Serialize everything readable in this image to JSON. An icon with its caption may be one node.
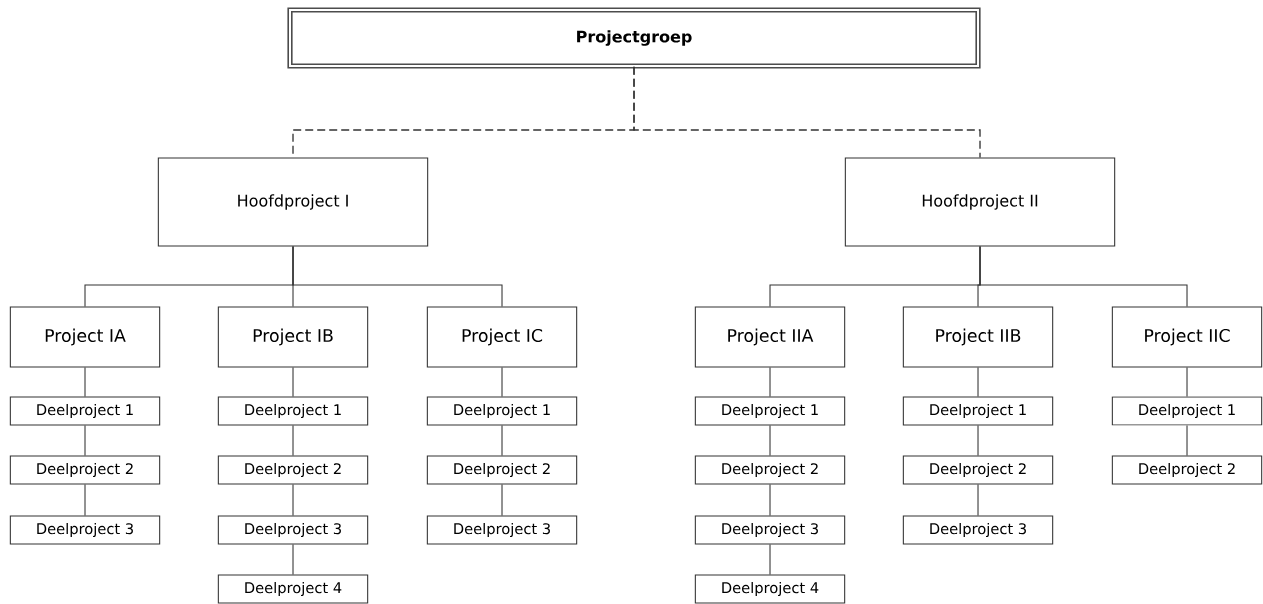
{
  "diagram": {
    "nodes": [
      {
        "text": [
          "Projectgroep"
        ]
      },
      {
        "text": [
          "Hoofdproject I"
        ]
      },
      {
        "text": [
          "Hoofdproject II"
        ]
      },
      {
        "text": [
          "Project IA"
        ]
      },
      {
        "text": [
          "Project IB"
        ]
      },
      {
        "text": [
          "Project IC"
        ]
      },
      {
        "text": [
          "Project IIA"
        ]
      },
      {
        "text": [
          "Project IIB"
        ]
      },
      {
        "text": [
          "Project IIC"
        ]
      },
      {
        "text": [
          "Deelproject 1"
        ]
      },
      {
        "text": [
          "Deelproject 2"
        ]
      },
      {
        "text": [
          "Deelproject 3"
        ]
      },
      {
        "text": [
          "Deelproject 1"
        ]
      },
      {
        "text": [
          "Deelproject 2"
        ]
      },
      {
        "text": [
          "Deelproject 3"
        ]
      },
      {
        "text": [
          "Deelproject 4"
        ]
      },
      {
        "text": [
          "Deelproject 1"
        ]
      },
      {
        "text": [
          "Deelproject 2"
        ]
      },
      {
        "text": [
          "Deelproject 3"
        ]
      },
      {
        "text": [
          "Deelproject 1"
        ]
      },
      {
        "text": [
          "Deelproject 2"
        ]
      },
      {
        "text": [
          "Deelproject 3"
        ]
      },
      {
        "text": [
          "Deelproject 4"
        ]
      },
      {
        "text": [
          "Deelproject 1"
        ]
      },
      {
        "text": [
          "Deelproject 2"
        ]
      },
      {
        "text": [
          "Deelproject 3"
        ]
      },
      {
        "text": [
          "Deelproject 1"
        ]
      },
      {
        "text": [
          "Deelproject 2"
        ]
      }
    ],
    "edges": [
      {
        "from": 0,
        "to": 1,
        "arrow": "none",
        "style": "dashed"
      },
      {
        "from": 0,
        "to": 2,
        "arrow": "none",
        "style": "dashed"
      },
      {
        "from": 1,
        "to": 3,
        "arrow": "none"
      },
      {
        "from": 1,
        "to": 4,
        "arrow": "none"
      },
      {
        "from": 1,
        "to": 5,
        "arrow": "none"
      },
      {
        "from": 2,
        "to": 6,
        "arrow": "none"
      },
      {
        "from": 2,
        "to": 7,
        "arrow": "none"
      },
      {
        "from": 2,
        "to": 8,
        "arrow": "none"
      },
      {
        "from": 3,
        "to": 9,
        "arrow": "none"
      },
      {
        "from": 9,
        "to": 10,
        "arrow": "none"
      },
      {
        "from": 10,
        "to": 11,
        "arrow": "none"
      },
      {
        "from": 4,
        "to": 12,
        "arrow": "none"
      },
      {
        "from": 12,
        "to": 13,
        "arrow": "none"
      },
      {
        "from": 13,
        "to": 14,
        "arrow": "none"
      },
      {
        "from": 14,
        "to": 15,
        "arrow": "none"
      },
      {
        "from": 5,
        "to": 16,
        "arrow": "none"
      },
      {
        "from": 16,
        "to": 17,
        "arrow": "none"
      },
      {
        "from": 17,
        "to": 18,
        "arrow": "none"
      },
      {
        "from": 6,
        "to": 19,
        "arrow": "none"
      },
      {
        "from": 19,
        "to": 20,
        "arrow": "none"
      },
      {
        "from": 20,
        "to": 21,
        "arrow": "none"
      },
      {
        "from": 21,
        "to": 22,
        "arrow": "none"
      },
      {
        "from": 7,
        "to": 23,
        "arrow": "none"
      },
      {
        "from": 23,
        "to": 24,
        "arrow": "none"
      },
      {
        "from": 24,
        "to": 25,
        "arrow": "none"
      },
      {
        "from": 8,
        "to": 26,
        "arrow": "none"
      },
      {
        "from": 26,
        "to": 27,
        "arrow": "none"
      }
    ]
  }
}
